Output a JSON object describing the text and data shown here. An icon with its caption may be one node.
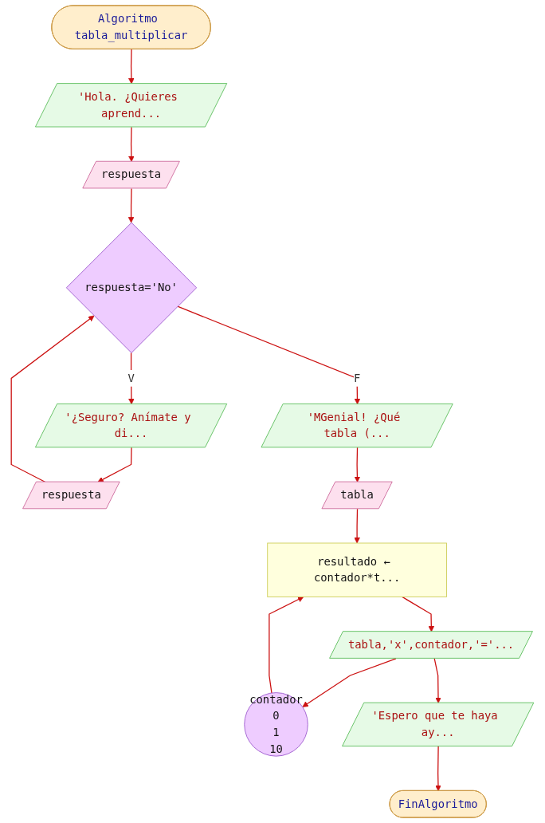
{
  "diagram": {
    "nodes": [
      {
        "text": [
          "Algoritmo tabla_multiplicar"
        ]
      },
      {
        "text": [
          "'Hola. ¿Quieres aprend..."
        ]
      },
      {
        "text": [
          "respuesta"
        ]
      },
      {
        "text": [
          "respuesta='No'"
        ]
      },
      {
        "text": [
          "'¿Seguro? Anímate y di..."
        ]
      },
      {
        "text": [
          "respuesta"
        ]
      },
      {
        "text": [
          "'MGenial! ¿Qué tabla (..."
        ]
      },
      {
        "text": [
          "tabla"
        ]
      },
      {
        "text": [
          "contador",
          "0",
          "1",
          "10"
        ]
      },
      {
        "text": [
          "resultado ← contador*t..."
        ]
      },
      {
        "text": [
          "tabla,'x',contador,'='..."
        ]
      },
      {
        "text": [
          "'Espero que te haya ay..."
        ]
      },
      {
        "text": [
          "FinAlgoritmo"
        ]
      }
    ],
    "edges": [
      {
        "from": 0,
        "to": 1,
        "arrow": "to"
      },
      {
        "from": 1,
        "to": 2,
        "arrow": "to"
      },
      {
        "from": 2,
        "to": 3,
        "arrow": "to"
      },
      {
        "from": 3,
        "to": 4,
        "arrow": "to",
        "label": "V"
      },
      {
        "from": 4,
        "to": 5,
        "arrow": "to"
      },
      {
        "from": 5,
        "to": 3,
        "arrow": "to"
      },
      {
        "from": 3,
        "to": 6,
        "arrow": "to",
        "label": "F"
      },
      {
        "from": 6,
        "to": 7,
        "arrow": "to"
      },
      {
        "from": 7,
        "to": 9,
        "arrow": "to"
      },
      {
        "from": 8,
        "to": 9,
        "arrow": "to"
      },
      {
        "from": 9,
        "to": 10,
        "arrow": "to"
      },
      {
        "from": 10,
        "to": 8,
        "arrow": "to"
      },
      {
        "from": 10,
        "to": 11,
        "arrow": "to"
      },
      {
        "from": 11,
        "to": 12,
        "arrow": "to"
      }
    ]
  }
}
